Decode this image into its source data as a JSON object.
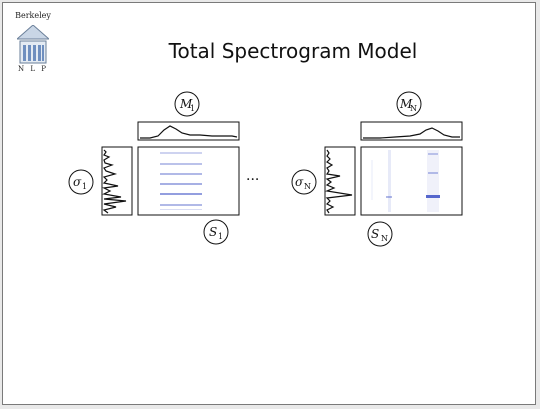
{
  "logo": {
    "top_text": "Berkeley",
    "bottom_text": "N L P"
  },
  "title": "Total Spectrogram Model",
  "ellipsis": "···",
  "labels": {
    "m1": {
      "base": "M",
      "sub": "1"
    },
    "mn": {
      "base": "M",
      "sub": "N"
    },
    "sigma1": {
      "base": "σ",
      "sub": "1"
    },
    "sigman": {
      "base": "σ",
      "sub": "N"
    },
    "s1": {
      "base": "S",
      "sub": "1"
    },
    "sn": {
      "base": "S",
      "sub": "N"
    }
  },
  "colors": {
    "spectro": "#3b4fc4",
    "line": "#111111",
    "frame": "#7a7a7a"
  }
}
